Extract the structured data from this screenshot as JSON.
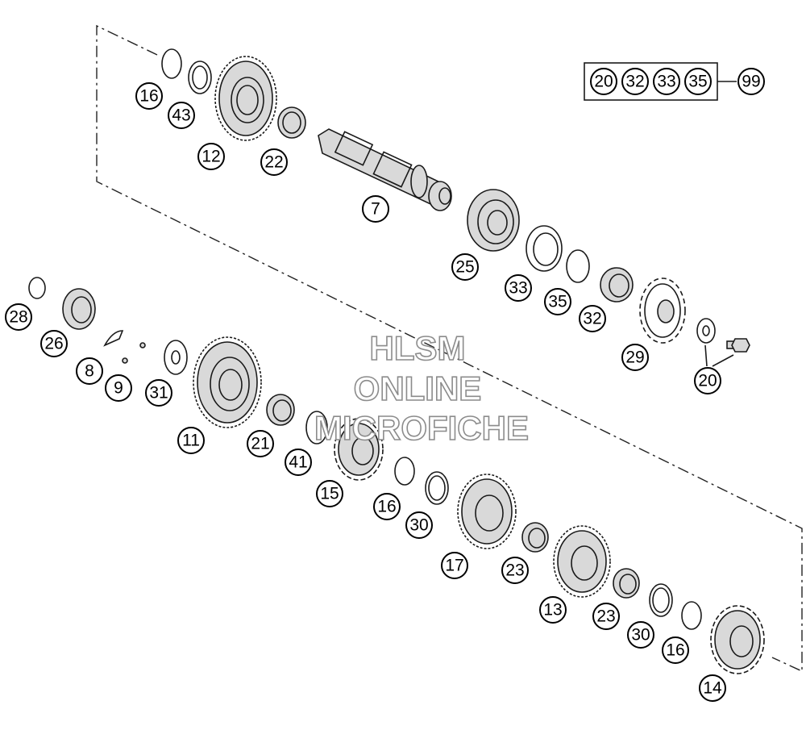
{
  "diagram": {
    "callouts": [
      {
        "id": "c16a",
        "label": "16"
      },
      {
        "id": "c43",
        "label": "43"
      },
      {
        "id": "c12",
        "label": "12"
      },
      {
        "id": "c22",
        "label": "22"
      },
      {
        "id": "c7",
        "label": "7"
      },
      {
        "id": "c25",
        "label": "25"
      },
      {
        "id": "c33",
        "label": "33"
      },
      {
        "id": "c35",
        "label": "35"
      },
      {
        "id": "c32",
        "label": "32"
      },
      {
        "id": "c29",
        "label": "29"
      },
      {
        "id": "c20",
        "label": "20"
      },
      {
        "id": "c28",
        "label": "28"
      },
      {
        "id": "c26",
        "label": "26"
      },
      {
        "id": "c8",
        "label": "8"
      },
      {
        "id": "c9",
        "label": "9"
      },
      {
        "id": "c31",
        "label": "31"
      },
      {
        "id": "c11",
        "label": "11"
      },
      {
        "id": "c21",
        "label": "21"
      },
      {
        "id": "c41",
        "label": "41"
      },
      {
        "id": "c15",
        "label": "15"
      },
      {
        "id": "c16b",
        "label": "16"
      },
      {
        "id": "c30a",
        "label": "30"
      },
      {
        "id": "c17",
        "label": "17"
      },
      {
        "id": "c23a",
        "label": "23"
      },
      {
        "id": "c13",
        "label": "13"
      },
      {
        "id": "c23b",
        "label": "23"
      },
      {
        "id": "c30b",
        "label": "30"
      },
      {
        "id": "c16c",
        "label": "16"
      },
      {
        "id": "c14",
        "label": "14"
      }
    ],
    "kit": {
      "members": [
        "20",
        "32",
        "33",
        "35"
      ],
      "result": "99"
    }
  },
  "watermark": {
    "line1": "HLSM",
    "line2": "ONLINE",
    "line3": "MICROFICHE"
  },
  "colors": {
    "line": "#1a1a1a",
    "part_fill": "#d9d9d9",
    "watermark_stroke": "#8c8c8c",
    "background": "#ffffff"
  }
}
